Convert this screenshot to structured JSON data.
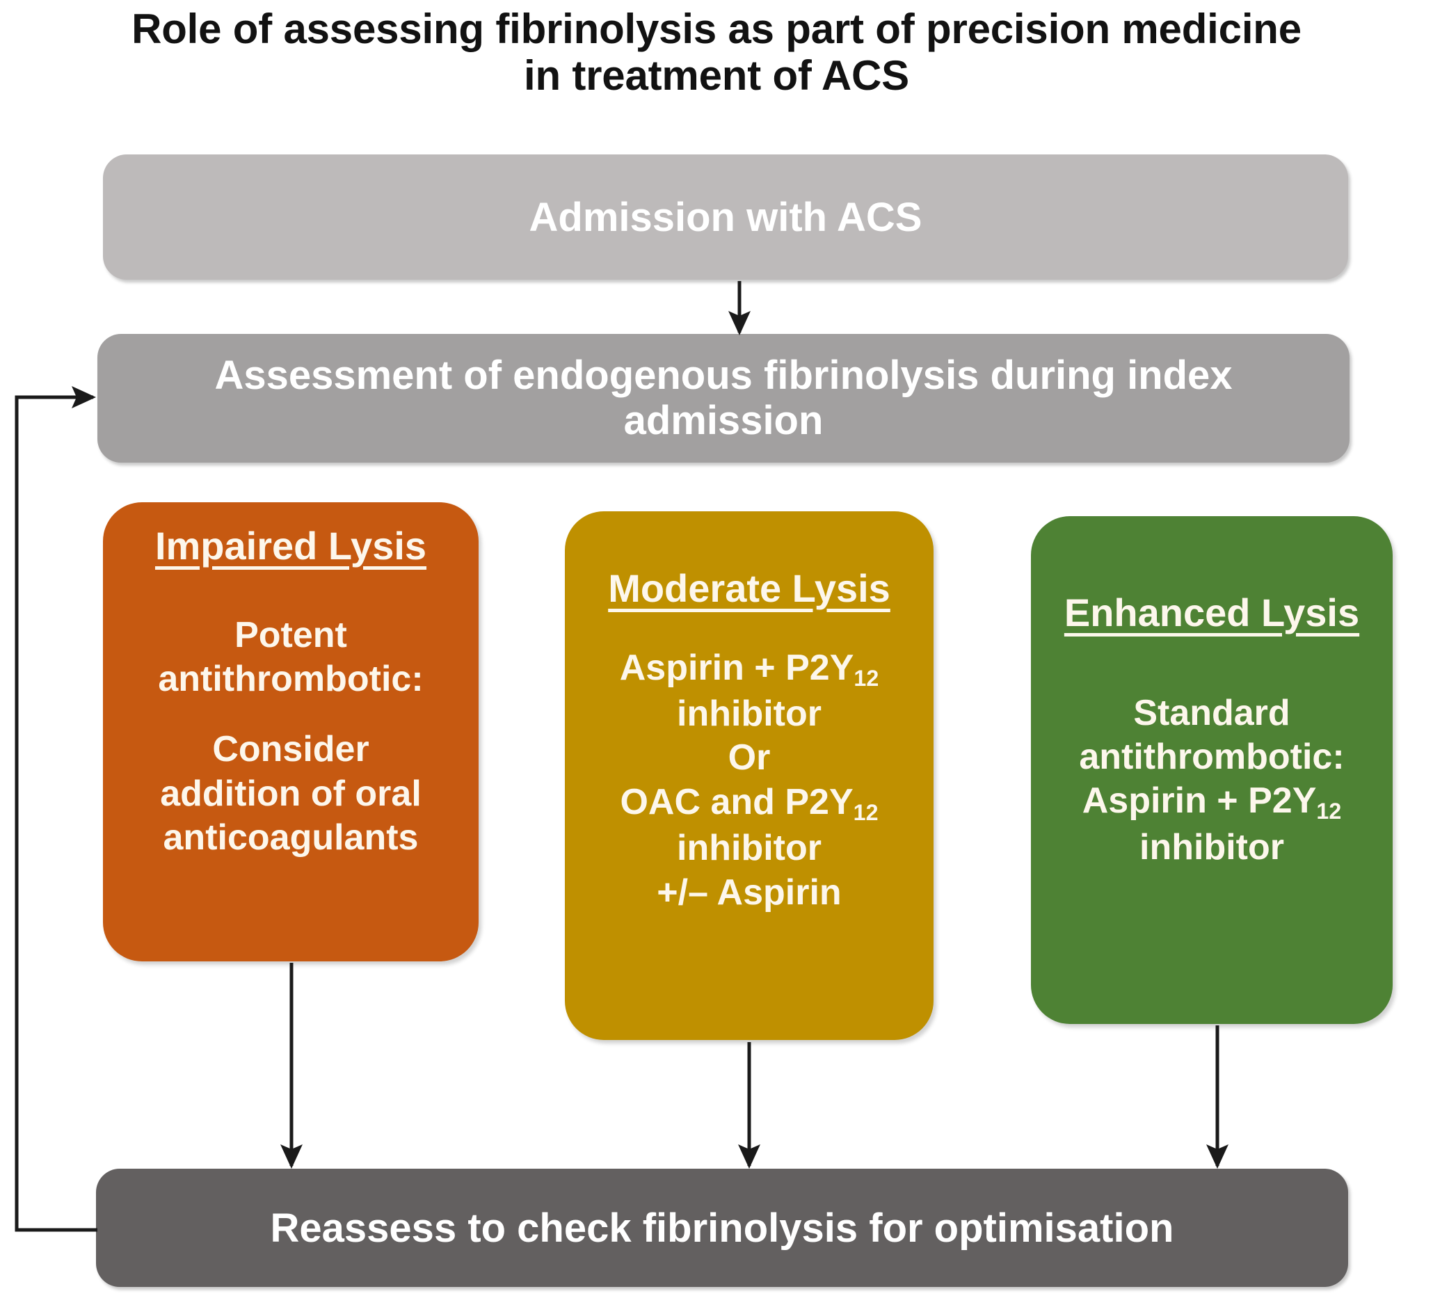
{
  "title": {
    "line1": "Role of assessing fibrinolysis as part of precision medicine",
    "line2": "in treatment of ACS"
  },
  "flow": {
    "admission": {
      "label": "Admission with ACS"
    },
    "assessment": {
      "line1": "Assessment of endogenous fibrinolysis during index",
      "line2": "admission"
    },
    "reassess": {
      "label": "Reassess to check fibrinolysis for optimisation"
    }
  },
  "cards": [
    {
      "key": "impaired",
      "title": "Impaired Lysis",
      "color": "#c65911",
      "lines": [
        "Potent",
        "antithrombotic:",
        "",
        "Consider",
        "addition of oral",
        "anticoagulants"
      ]
    },
    {
      "key": "moderate",
      "title": "Moderate Lysis",
      "color": "#bf9000",
      "lines": [
        "Aspirin + P2Y|12",
        "inhibitor",
        "Or",
        "OAC and P2Y|12",
        "inhibitor",
        "+/– Aspirin"
      ]
    },
    {
      "key": "enhanced",
      "title": "Enhanced Lysis",
      "color": "#4e8234",
      "lines": [
        "Standard",
        "antithrombotic:",
        "Aspirin + P2Y|12",
        "inhibitor"
      ]
    }
  ],
  "connectors": [
    {
      "name": "admission-to-assessment",
      "kind": "arrow-down"
    },
    {
      "name": "impaired-to-reassess",
      "kind": "arrow-down"
    },
    {
      "name": "moderate-to-reassess",
      "kind": "arrow-down"
    },
    {
      "name": "enhanced-to-reassess",
      "kind": "arrow-down"
    },
    {
      "name": "reassess-feedback-to-assessment",
      "kind": "arrow-loop-left"
    }
  ],
  "colors": {
    "admission_gray": "#bdbaba",
    "assessment_gray": "#a2a0a0",
    "reassess_gray": "#636060",
    "impaired_orange": "#c65911",
    "moderate_gold": "#bf9000",
    "enhanced_green": "#4e8234",
    "connector_black": "#1a1a1a",
    "text_white": "#fdf7ec",
    "title_black": "#121212"
  }
}
